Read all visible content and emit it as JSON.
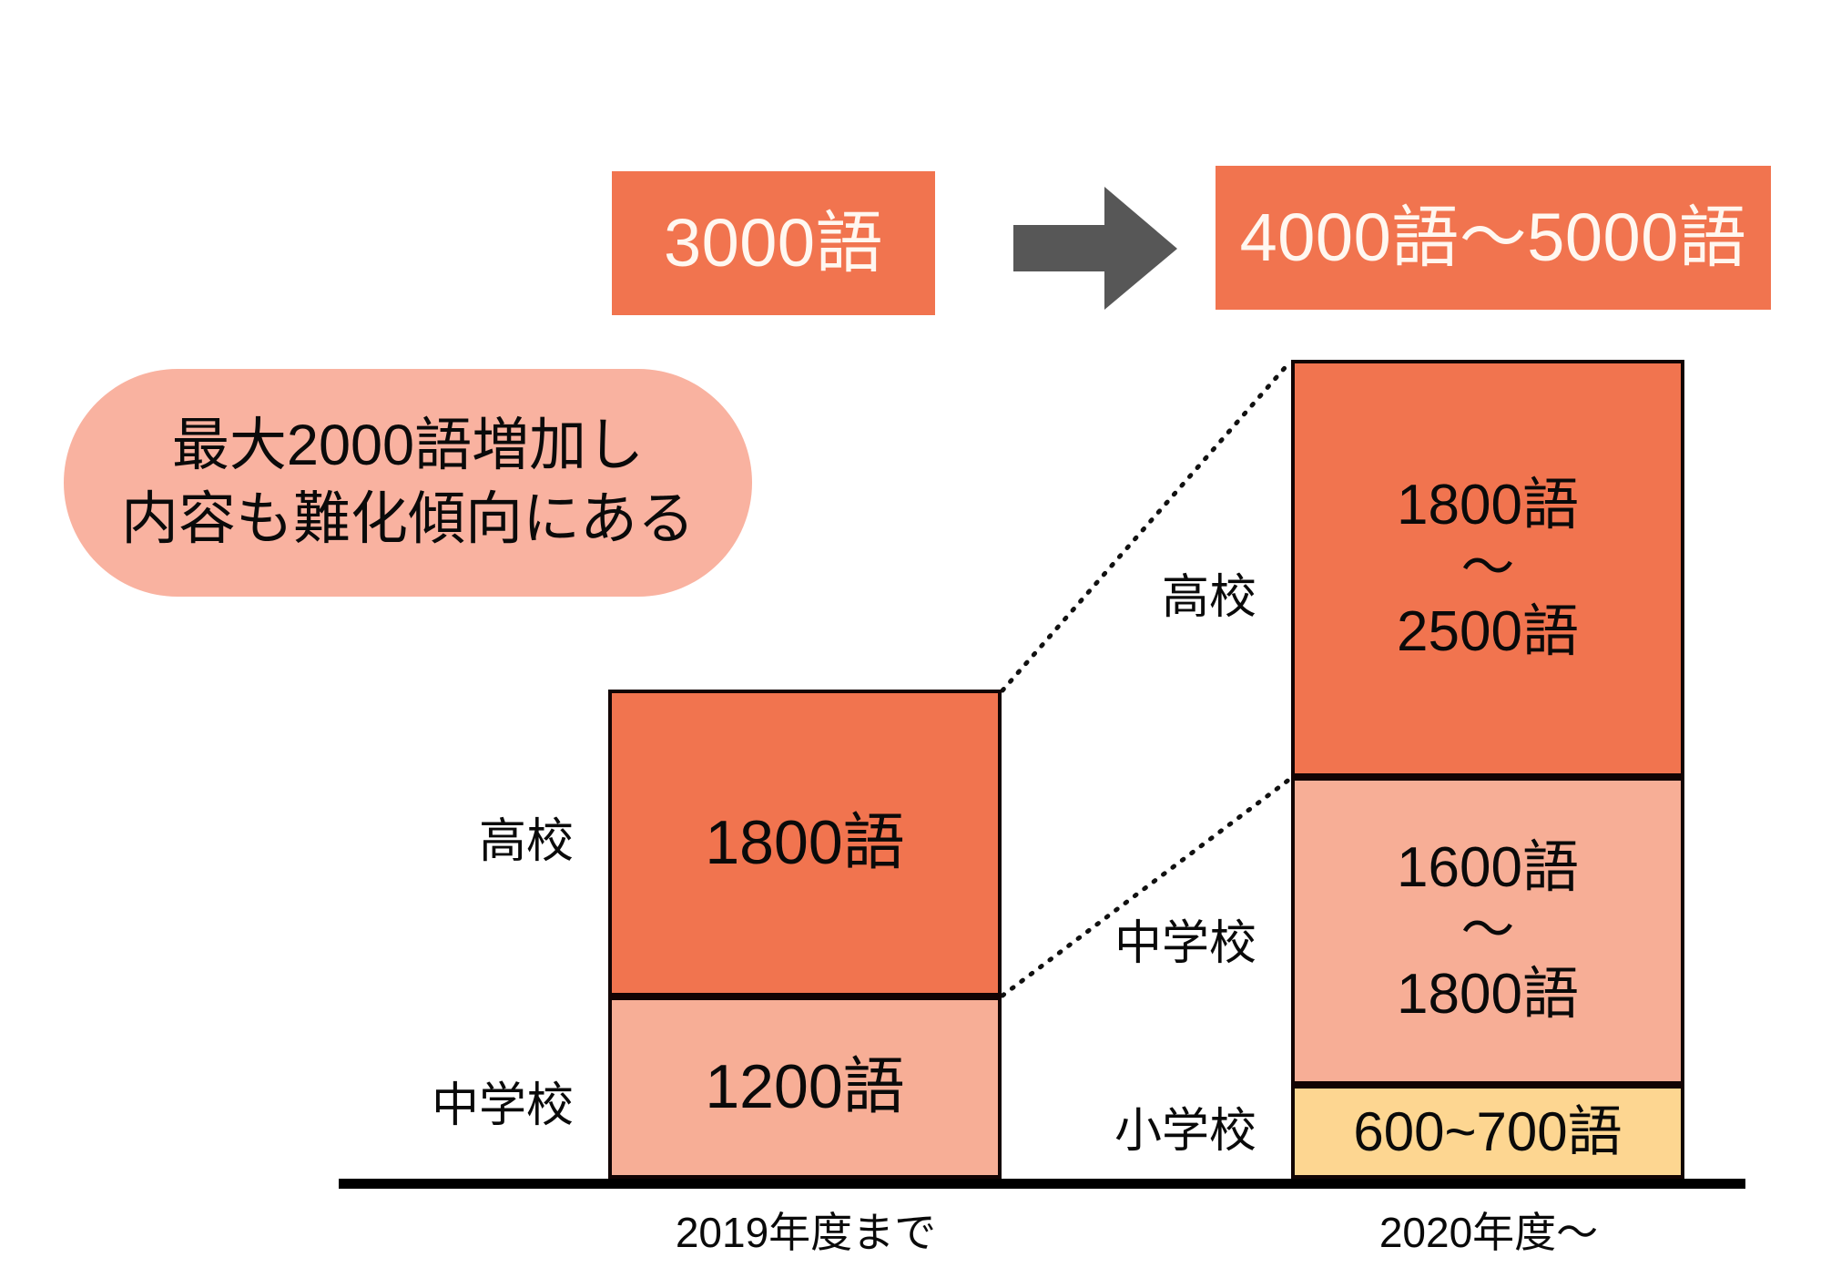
{
  "banners": {
    "before": "3000語",
    "after": "4000語〜5000語",
    "arrow": "right-arrow-icon"
  },
  "callout": {
    "line1": "最大2000語増加し",
    "line2": "内容も難化傾向にある"
  },
  "axis": {
    "left_label": "2019年度まで",
    "right_label": "2020年度〜"
  },
  "chart_data": {
    "type": "bar",
    "title": "",
    "xlabel": "",
    "ylabel": "",
    "categories": [
      "2019年度まで",
      "2020年度〜"
    ],
    "series": [
      {
        "name": "小学校",
        "values": [
          null,
          650
        ],
        "labels": [
          "",
          "600~700語"
        ],
        "range": [
          null,
          [
            600,
            700
          ]
        ],
        "color": "#FDD691"
      },
      {
        "name": "中学校",
        "values": [
          1200,
          1700
        ],
        "labels": [
          "1200語",
          "1600語〜1800語"
        ],
        "range": [
          [
            1200,
            1200
          ],
          [
            1600,
            1800
          ]
        ],
        "color": "#F7AE96"
      },
      {
        "name": "高校",
        "values": [
          1800,
          2150
        ],
        "labels": [
          "1800語",
          "1800語〜2500語"
        ],
        "range": [
          [
            1800,
            1800
          ],
          [
            1800,
            2500
          ]
        ],
        "color": "#F1744F"
      }
    ],
    "totals": [
      "3000語",
      "4000語〜5000語"
    ],
    "grid": false,
    "legend": "inline-left-of-bars"
  },
  "bars": {
    "left": {
      "high": {
        "label": "高校",
        "value": "1800語"
      },
      "mid": {
        "label": "中学校",
        "value": "1200語"
      }
    },
    "right": {
      "high": {
        "label": "高校",
        "value_top": "1800語",
        "tilde": "〜",
        "value_bottom": "2500語"
      },
      "mid": {
        "label": "中学校",
        "value_top": "1600語",
        "tilde": "〜",
        "value_bottom": "1800語"
      },
      "elem": {
        "label": "小学校",
        "value": "600~700語"
      }
    }
  },
  "colors": {
    "orange": "#F1744F",
    "salmon": "#F7AE96",
    "yellow": "#FDD691",
    "callout_pink": "#F9B2A0",
    "arrow_gray": "#575757",
    "outline": "#120404"
  }
}
